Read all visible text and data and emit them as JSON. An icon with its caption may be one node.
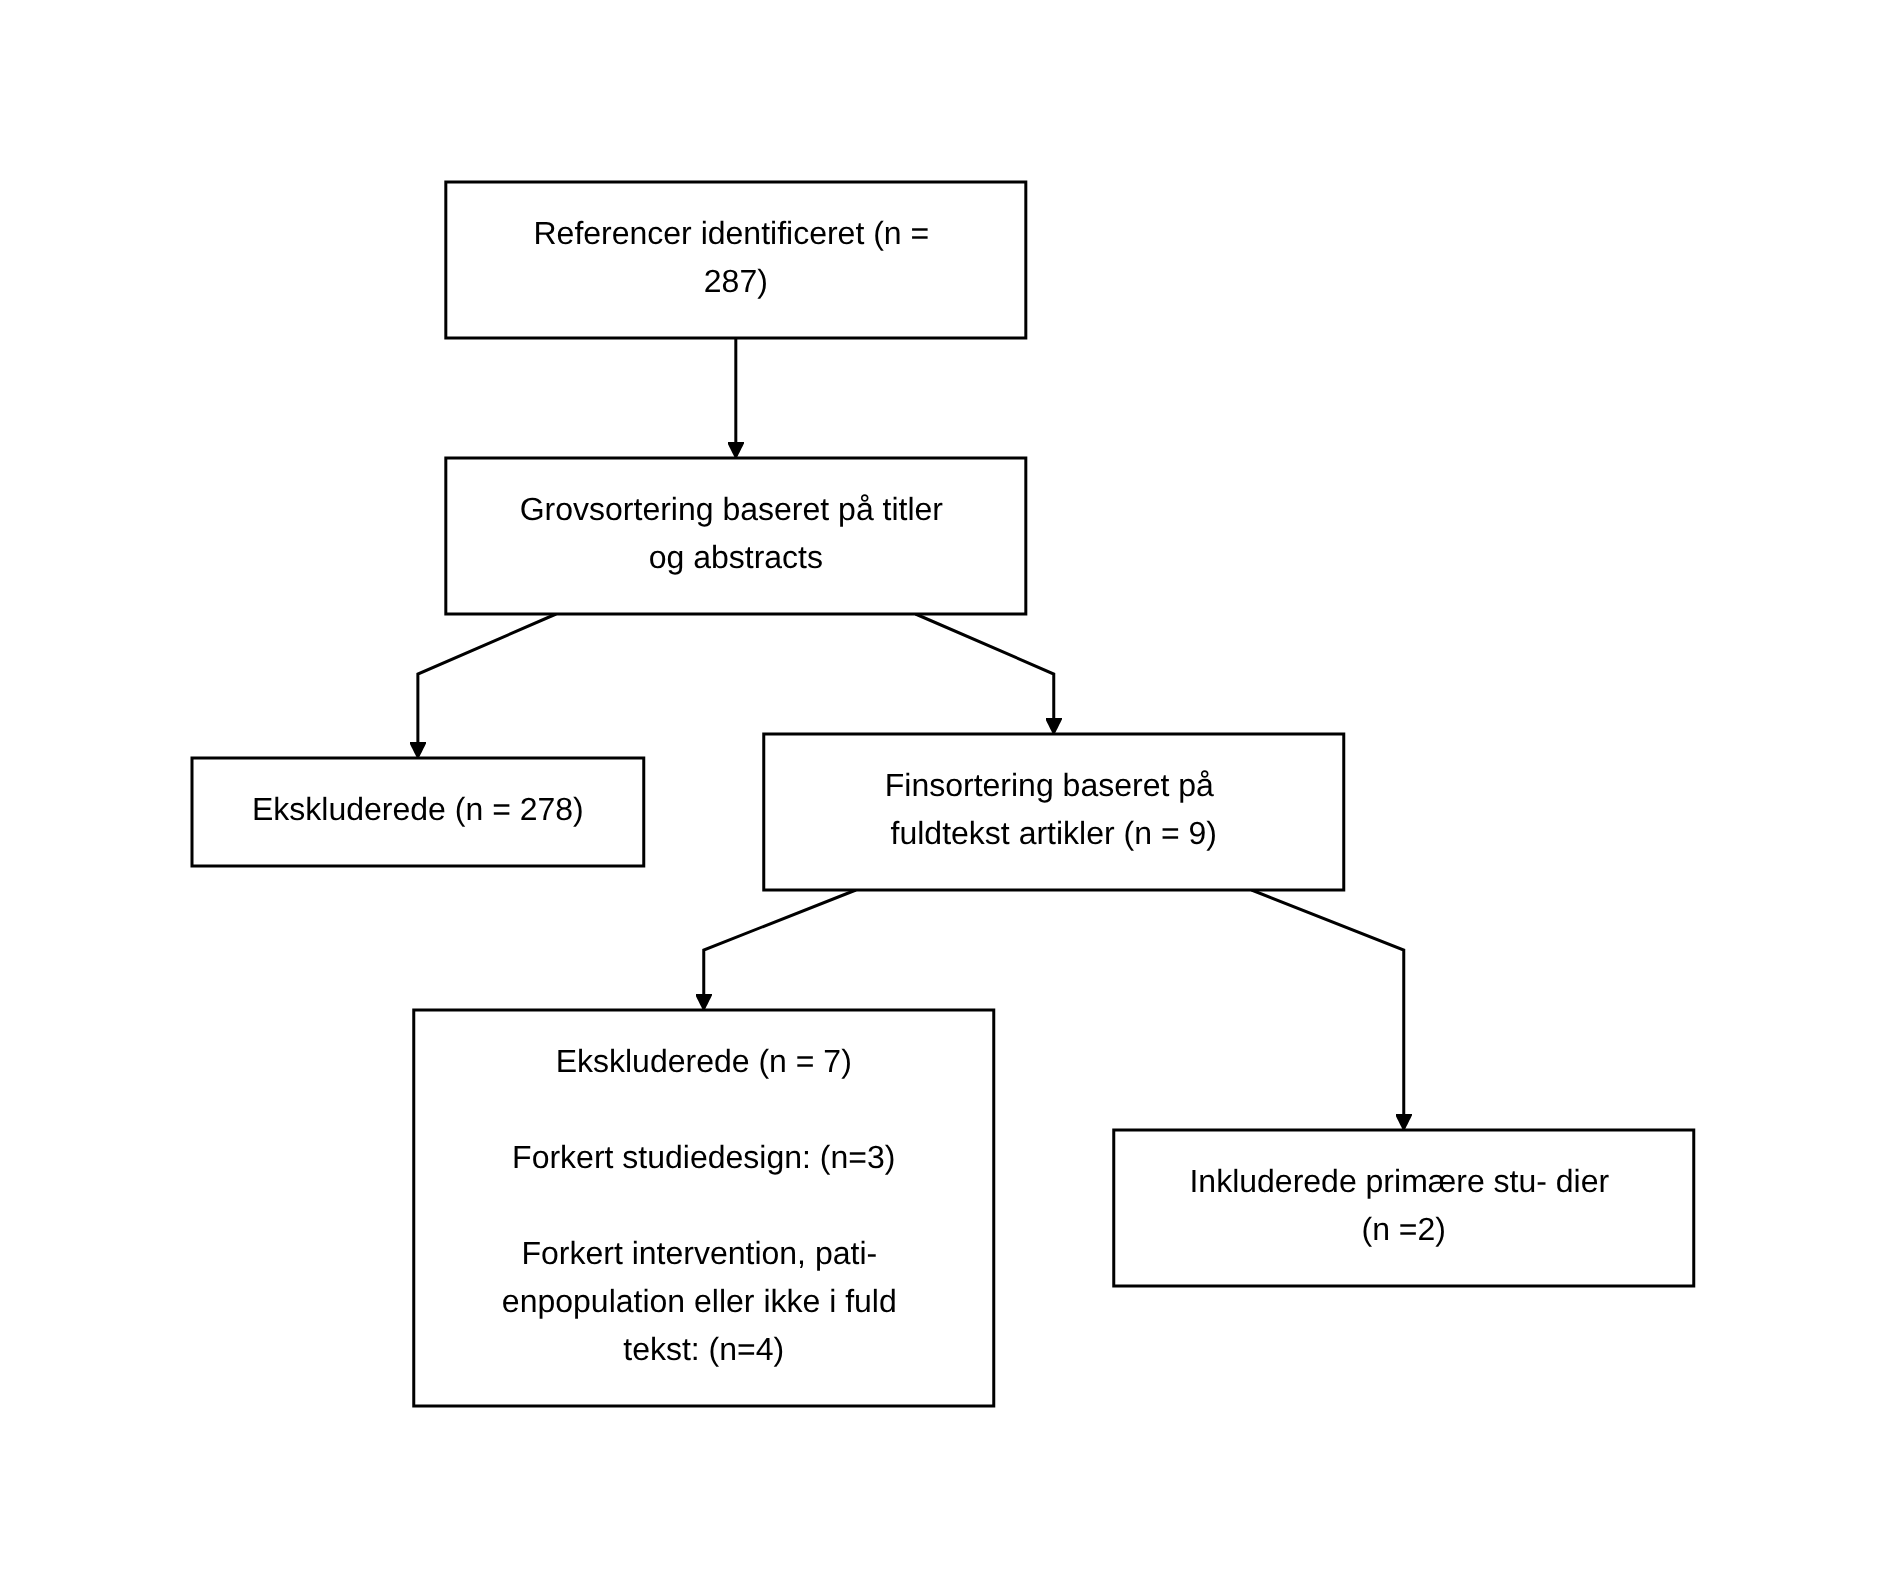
{
  "diagram": {
    "nodes": [
      {
        "text": [
          "Referencer identificeret (n = 287)"
        ]
      },
      {
        "text": [
          "Grovsortering baseret på titler og abstracts"
        ]
      },
      {
        "text": [
          "Ekskluderede (n = 278)"
        ]
      },
      {
        "text": [
          "Finsortering baseret på fuldtekst artikler (n = 9)"
        ]
      },
      {
        "text": [
          "Ekskluderede (n = 7)",
          "Forkert studiedesign: (n=3)",
          "Forkert intervention, pati- enpopulation eller ikke i fuld tekst: (n=4)"
        ]
      },
      {
        "text": [
          "Inkluderede primære stu- dier (n =2)"
        ]
      }
    ],
    "edges": [
      {
        "from": 0,
        "to": 1,
        "arrow": "to"
      },
      {
        "from": 1,
        "to": 2,
        "arrow": "to"
      },
      {
        "from": 1,
        "to": 3,
        "arrow": "to"
      },
      {
        "from": 3,
        "to": 4,
        "arrow": "to"
      },
      {
        "from": 3,
        "to": 5,
        "arrow": "to"
      }
    ]
  }
}
